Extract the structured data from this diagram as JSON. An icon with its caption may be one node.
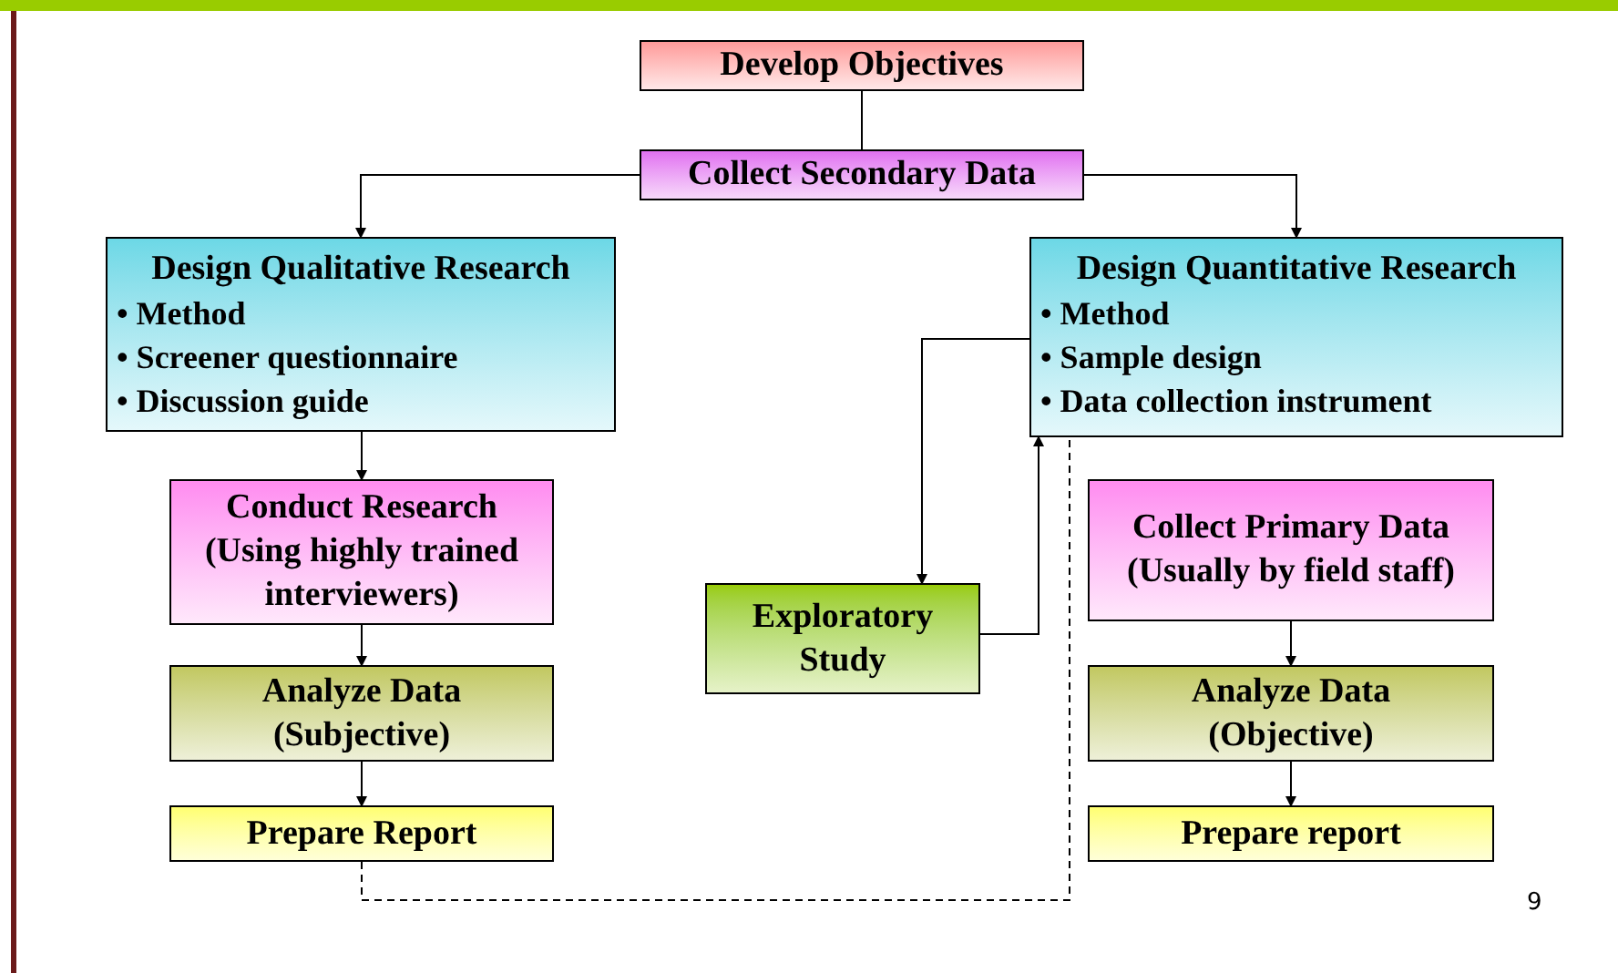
{
  "diagram": {
    "nodes": [
      {
        "text": [
          "Develop Objectives"
        ]
      },
      {
        "text": [
          "Collect Secondary Data"
        ]
      },
      {
        "text": [
          "Design Qualitative Research",
          "• Method",
          "• Screener questionnaire",
          "• Discussion guide"
        ]
      },
      {
        "text": [
          "Design Quantitative Research",
          "• Method",
          "• Sample design",
          "• Data collection instrument"
        ]
      },
      {
        "text": [
          "Conduct Research (Using highly trained interviewers)"
        ]
      },
      {
        "text": [
          "Exploratory Study"
        ]
      },
      {
        "text": [
          "Collect Primary Data (Usually by field staff)"
        ]
      },
      {
        "text": [
          "Analyze Data (Subjective)"
        ]
      },
      {
        "text": [
          "Analyze Data (Objective)"
        ]
      },
      {
        "text": [
          "Prepare Report"
        ]
      },
      {
        "text": [
          "Prepare report"
        ]
      }
    ],
    "edges": [
      {
        "from": 0,
        "to": 1,
        "arrow": "none"
      },
      {
        "from": 1,
        "to": 2,
        "arrow": "to"
      },
      {
        "from": 1,
        "to": 3,
        "arrow": "to"
      },
      {
        "from": 2,
        "to": 4,
        "arrow": "to"
      },
      {
        "from": 4,
        "to": 7,
        "arrow": "to"
      },
      {
        "from": 7,
        "to": 9,
        "arrow": "to"
      },
      {
        "from": 3,
        "to": 5,
        "arrow": "to"
      },
      {
        "from": 5,
        "to": 3,
        "arrow": "to"
      },
      {
        "from": 9,
        "to": 3,
        "arrow": "none",
        "style": "dashed"
      },
      {
        "from": 6,
        "to": 8,
        "arrow": "to"
      },
      {
        "from": 8,
        "to": 10,
        "arrow": "to"
      }
    ],
    "labels": [
      "9"
    ]
  }
}
